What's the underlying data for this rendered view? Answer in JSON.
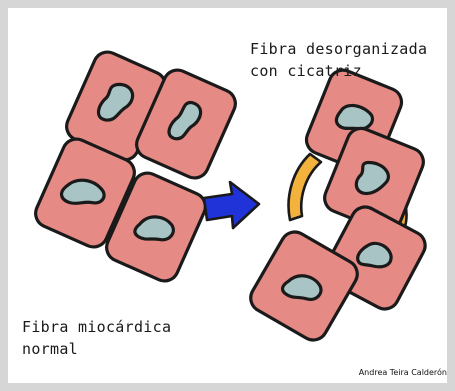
{
  "labels": {
    "scar_line1": "Fibra desorganizada",
    "scar_line2": "con cicatriz",
    "normal_line1": "Fibra miocárdica",
    "normal_line2": "normal",
    "credit": "Andrea Teira Calderón"
  },
  "colors": {
    "background": "#d6d6d6",
    "panel": "#ffffff",
    "cell_fill": "#e58a85",
    "nucleus_fill": "#a9c4c4",
    "scar_fill": "#f2b23c",
    "arrow_fill": "#1f33d9",
    "outline": "#1a1a1a"
  },
  "icons": {
    "arrow": "arrow-right-icon"
  }
}
